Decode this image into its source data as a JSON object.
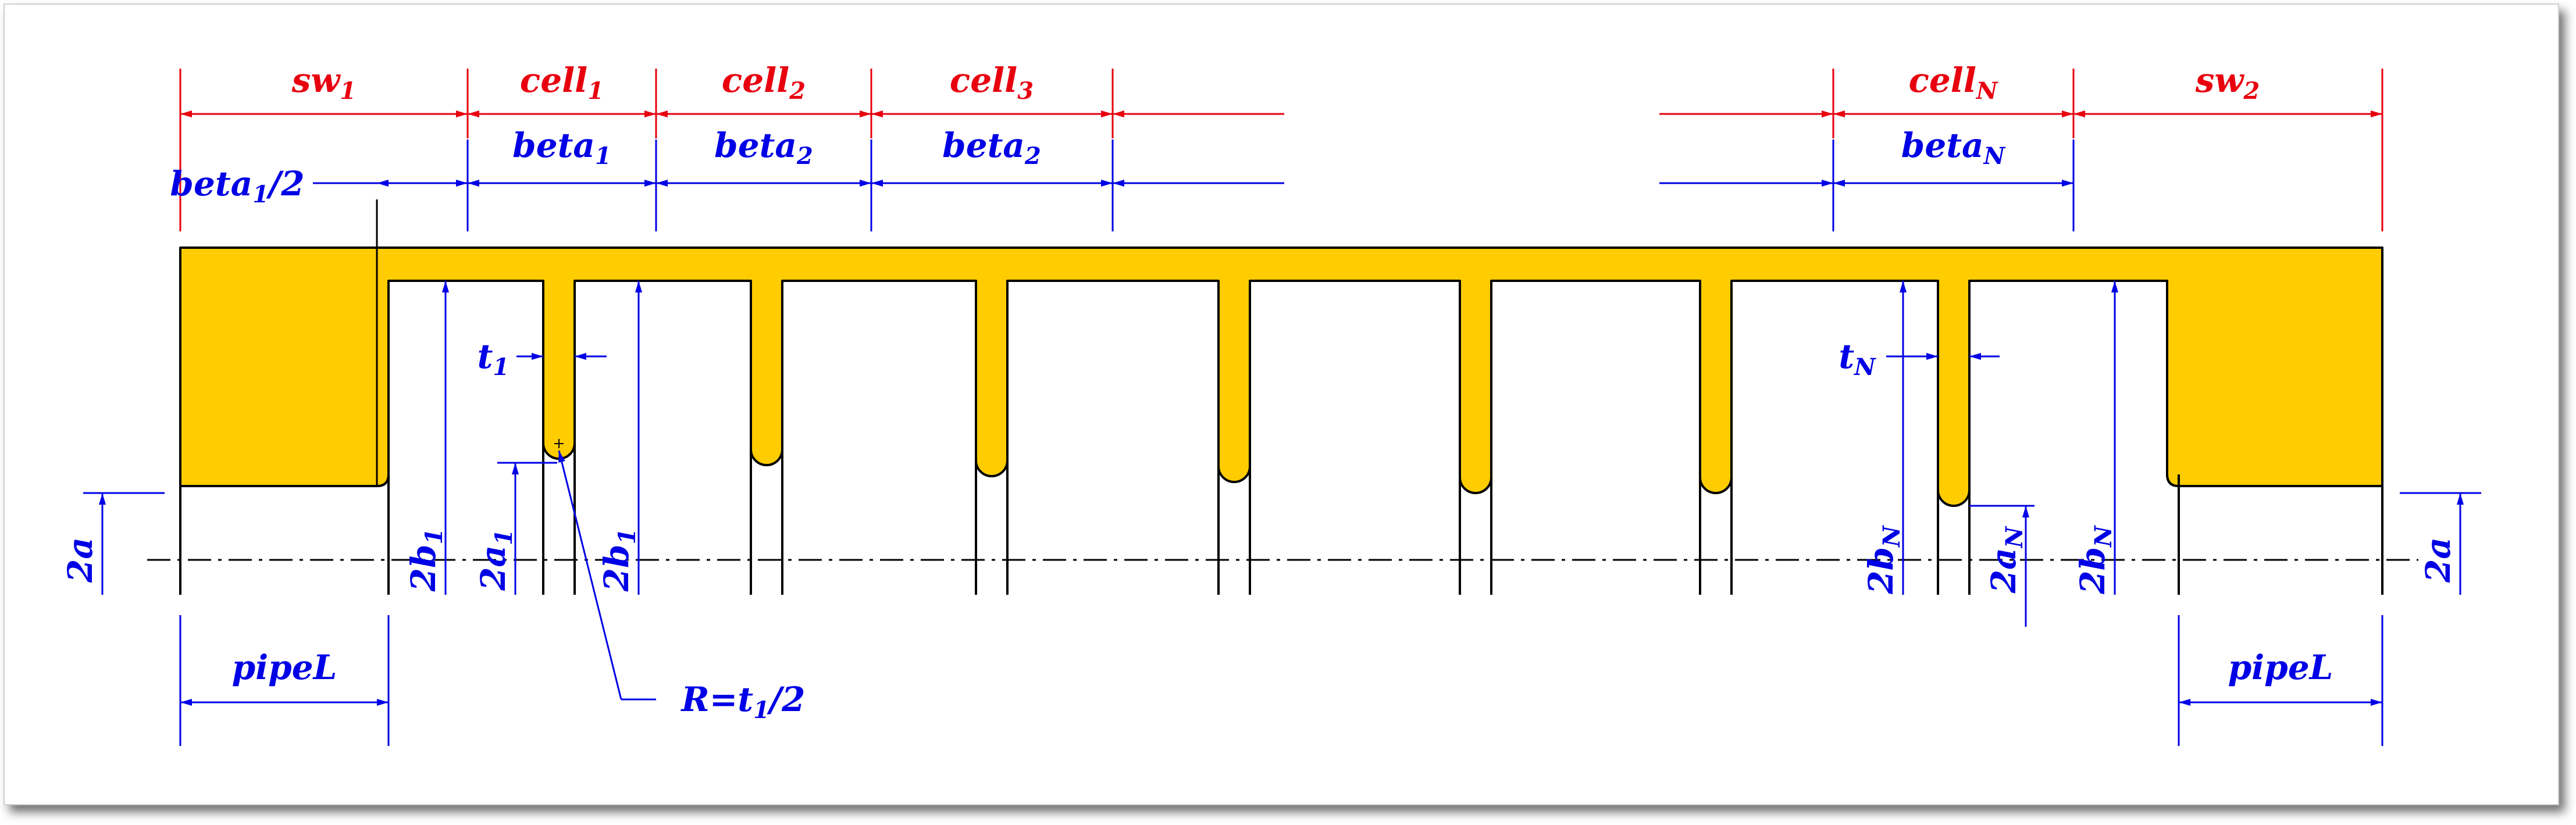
{
  "colors": {
    "structure_fill": "#ffcc00",
    "outline": "#000000",
    "red_dimension": "#e8000f",
    "blue_dimension": "#0000e6"
  },
  "labels": {
    "sw1": "sw",
    "sw1_sub": "1",
    "sw2": "sw",
    "sw2_sub": "2",
    "cell1": "cell",
    "cell1_sub": "1",
    "cell2": "cell",
    "cell2_sub": "2",
    "cell3": "cell",
    "cell3_sub": "3",
    "cellN": "cell",
    "cellN_sub": "N",
    "beta1_half": "beta",
    "beta1_half_sub": "1",
    "beta1_half_suffix": "/2",
    "beta1": "beta",
    "beta1_sub": "1",
    "beta2a": "beta",
    "beta2a_sub": "2",
    "beta2b": "beta",
    "beta2b_sub": "2",
    "betaN": "beta",
    "betaN_sub": "N",
    "t1": "t",
    "t1_sub": "1",
    "tN": "t",
    "tN_sub": "N",
    "radius_prefix": "R=t",
    "radius_sub": "1",
    "radius_suffix": "/2",
    "a_left": "2a",
    "a_right": "2a",
    "b1_left": "2b",
    "b1_left_sub": "1",
    "a1": "2a",
    "a1_sub": "1",
    "b1_right": "2b",
    "b1_right_sub": "1",
    "bN_left": "2b",
    "bN_left_sub": "N",
    "aN": "2a",
    "aN_sub": "N",
    "bN_right": "2b",
    "bN_right_sub": "N",
    "pipe_left": "pipeL",
    "pipe_right": "pipeL"
  }
}
